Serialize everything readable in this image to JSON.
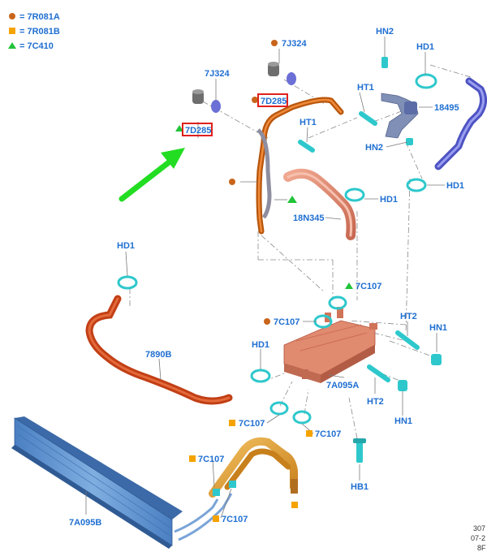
{
  "legend": [
    {
      "symbol": "circle",
      "color": "#c8651b",
      "text": "= 7R081A"
    },
    {
      "symbol": "square",
      "color": "#f5a300",
      "text": "= 7R081B"
    },
    {
      "symbol": "triangle",
      "color": "#22c33a",
      "text": "= 7C410"
    }
  ],
  "labels": {
    "hn2_top": "HN2",
    "hd1_top": "HD1",
    "j324_top": "7J324",
    "j324_left": "7J324",
    "d285_left": "7D285",
    "d285_mid": "7D285",
    "ht1_top": "HT1",
    "ht1_mid": "HT1",
    "p18495": "18495",
    "hn2_mid": "HN2",
    "hd1_right": "HD1",
    "hd1_mid": "HD1",
    "p18n345": "18N345",
    "c107_a": "7C107",
    "c107_b": "7C107",
    "hd1_left": "HD1",
    "p7890b": "7890B",
    "ht2_a": "HT2",
    "hn1_a": "HN1",
    "hd1_low": "HD1",
    "p7a095a": "7A095A",
    "ht2_b": "HT2",
    "hn1_b": "HN1",
    "c107_c": "7C107",
    "c107_d": "7C107",
    "c107_e": "7C107",
    "c107_f": "7C107",
    "hb1": "HB1",
    "p7a095b": "7A095B"
  },
  "stamp": [
    "307",
    "07-2",
    "8F"
  ],
  "colors": {
    "label_blue": "#1f6fd1",
    "callout_red": "#e0201b",
    "arrow_green": "#22dd22",
    "clamp_cyan": "#2ec8cc",
    "hose_orange": "#d9660f",
    "hose_red": "#d24a1e",
    "hose_copper": "#e08a70",
    "hose_purple": "#6b6fd6",
    "cooler_blue": "#5b8fce",
    "pipe_gold": "#e0a030"
  }
}
